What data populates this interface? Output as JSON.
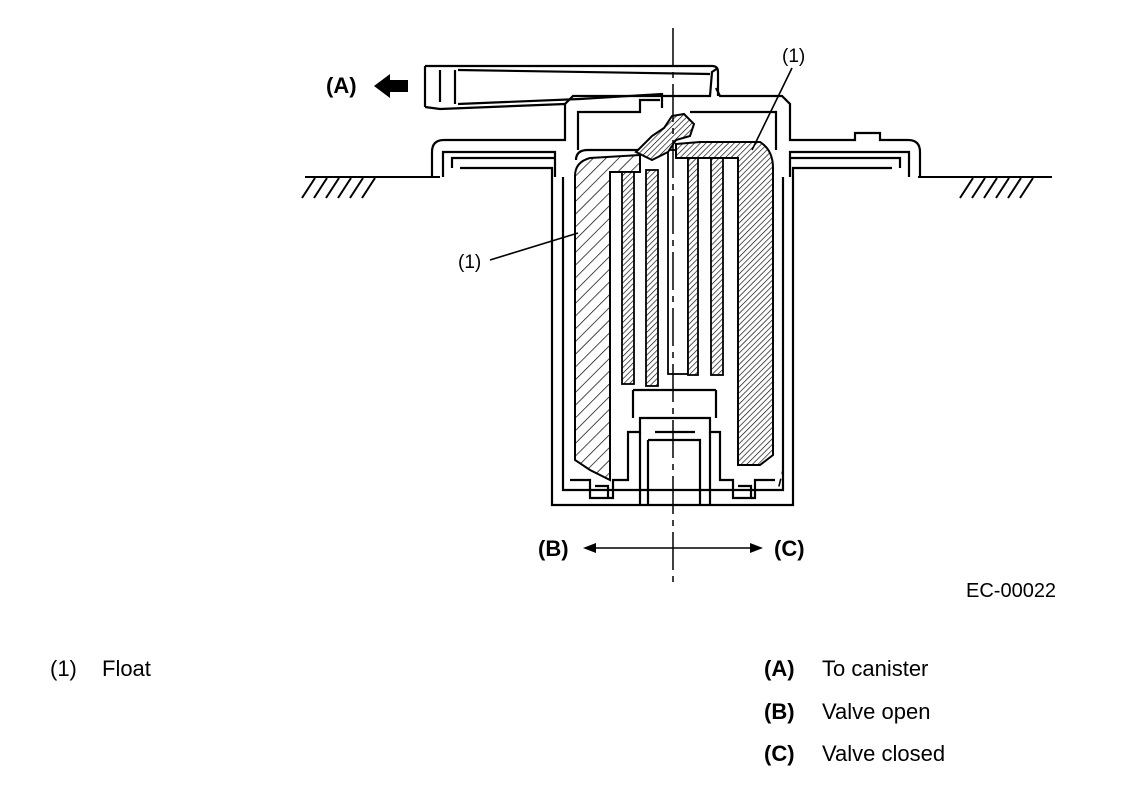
{
  "callouts": {
    "float_top": "(1)",
    "float_left": "(1)",
    "to_canister": "(A)",
    "valve_open": "(B)",
    "valve_closed": "(C)"
  },
  "figure_code": "EC-00022",
  "legend_left": [
    {
      "key": "(1)",
      "text": "Float"
    }
  ],
  "legend_right": [
    {
      "key": "(A)",
      "text": "To canister"
    },
    {
      "key": "(B)",
      "text": "Valve open"
    },
    {
      "key": "(C)",
      "text": "Valve closed"
    }
  ]
}
